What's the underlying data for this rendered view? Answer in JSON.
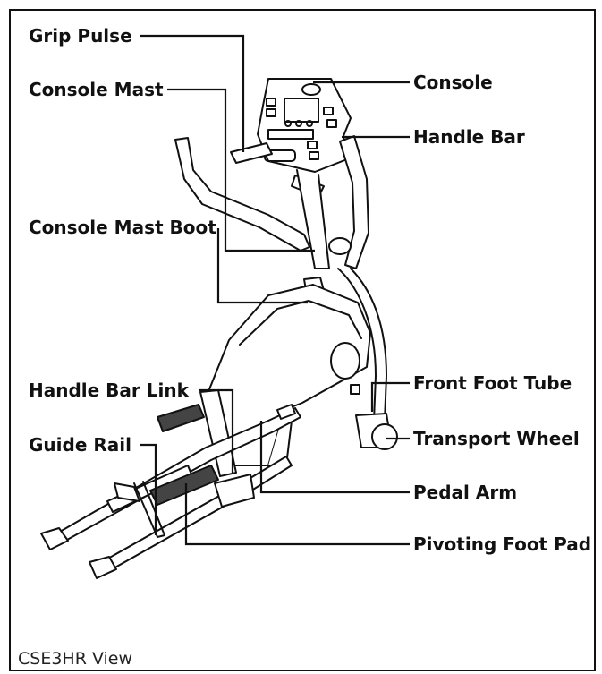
{
  "diagram": {
    "caption": "CSE3HR View",
    "labels": {
      "grip_pulse": "Grip Pulse",
      "console_mast": "Console Mast",
      "console": "Console",
      "handle_bar": "Handle Bar",
      "console_mast_boot": "Console Mast Boot",
      "handle_bar_link": "Handle Bar Link",
      "front_foot_tube": "Front Foot Tube",
      "guide_rail": "Guide Rail",
      "transport_wheel": "Transport Wheel",
      "pedal_arm": "Pedal Arm",
      "pivoting_foot_pad": "Pivoting Foot Pad"
    },
    "colors": {
      "line": "#111111",
      "fill": "#ffffff",
      "pad": "#444444"
    }
  }
}
